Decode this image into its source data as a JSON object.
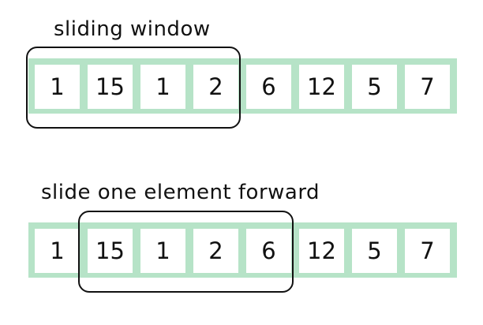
{
  "top_panel": {
    "caption": "sliding window",
    "values": [
      "1",
      "15",
      "1",
      "2",
      "6",
      "12",
      "5",
      "7"
    ]
  },
  "bottom_panel": {
    "caption": "slide one element forward",
    "values": [
      "1",
      "15",
      "1",
      "2",
      "6",
      "12",
      "5",
      "7"
    ]
  },
  "colors": {
    "strip": "#b6e3c7",
    "cell": "#ffffff",
    "window_border": "#111111",
    "text": "#111111"
  }
}
